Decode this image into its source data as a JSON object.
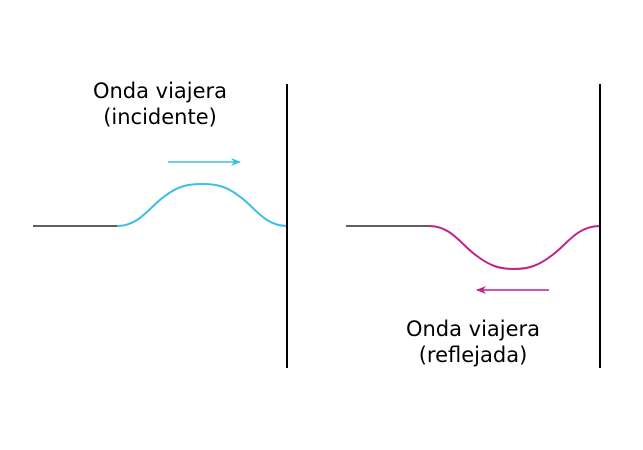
{
  "panels": {
    "incident": {
      "label_line1": "Onda viajera",
      "label_line2": "(incidente)",
      "color": "#3bbfe6",
      "direction": "right"
    },
    "reflected": {
      "label_line1": "Onda viajera",
      "label_line2": "(reflejada)",
      "color": "#c0228a",
      "direction": "left"
    }
  },
  "colors": {
    "wall": "#000000",
    "string": "#000000"
  }
}
